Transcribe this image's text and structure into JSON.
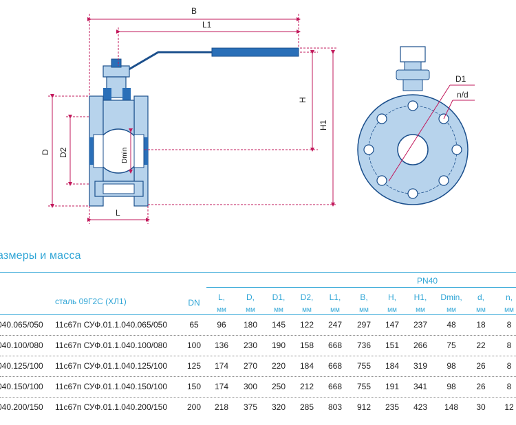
{
  "drawing": {
    "labels": {
      "B": "B",
      "L1": "L1",
      "H": "H",
      "H1": "H1",
      "D": "D",
      "D2": "D2",
      "Dmin": "Dmin",
      "L": "L",
      "D1": "D1",
      "nd": "n/d"
    },
    "colors": {
      "steel": "#b7d3ec",
      "steel_dark": "#2a6fb8",
      "outline": "#1b4f8c",
      "dim_line": "#c2185b",
      "handle": "#2a6fb8"
    }
  },
  "section": {
    "title": "азмеры и масса"
  },
  "table": {
    "pressure_label": "PN40",
    "material_label": "сталь 09Г2С (ХЛ1)",
    "columns": [
      {
        "key": "dn",
        "label": "DN",
        "unit": ""
      },
      {
        "key": "L",
        "label": "L,",
        "unit": "мм"
      },
      {
        "key": "D",
        "label": "D,",
        "unit": "мм"
      },
      {
        "key": "D1",
        "label": "D1,",
        "unit": "мм"
      },
      {
        "key": "D2",
        "label": "D2,",
        "unit": "мм"
      },
      {
        "key": "L1",
        "label": "L1,",
        "unit": "мм"
      },
      {
        "key": "B",
        "label": "B,",
        "unit": "мм"
      },
      {
        "key": "H",
        "label": "H,",
        "unit": "мм"
      },
      {
        "key": "H1",
        "label": "H1,",
        "unit": "мм"
      },
      {
        "key": "Dmin",
        "label": "Dmin,",
        "unit": "мм"
      },
      {
        "key": "d",
        "label": "d,",
        "unit": "мм"
      },
      {
        "key": "n",
        "label": "n,",
        "unit": "мм"
      }
    ],
    "rows": [
      {
        "code": "040.065/050",
        "model": "11с67п СУФ.01.1.040.065/050",
        "dn": "65",
        "L": "96",
        "D": "180",
        "D1": "145",
        "D2": "122",
        "L1": "247",
        "B": "297",
        "H": "147",
        "H1": "237",
        "Dmin": "48",
        "d": "18",
        "n": "8"
      },
      {
        "code": "040.100/080",
        "model": "11с67п СУФ.01.1.040.100/080",
        "dn": "100",
        "L": "136",
        "D": "230",
        "D1": "190",
        "D2": "158",
        "L1": "668",
        "B": "736",
        "H": "151",
        "H1": "266",
        "Dmin": "75",
        "d": "22",
        "n": "8"
      },
      {
        "code": "040.125/100",
        "model": "11с67п СУФ.01.1.040.125/100",
        "dn": "125",
        "L": "174",
        "D": "270",
        "D1": "220",
        "D2": "184",
        "L1": "668",
        "B": "755",
        "H": "184",
        "H1": "319",
        "Dmin": "98",
        "d": "26",
        "n": "8"
      },
      {
        "code": "040.150/100",
        "model": "11с67п СУФ.01.1.040.150/100",
        "dn": "150",
        "L": "174",
        "D": "300",
        "D1": "250",
        "D2": "212",
        "L1": "668",
        "B": "755",
        "H": "191",
        "H1": "341",
        "Dmin": "98",
        "d": "26",
        "n": "8"
      },
      {
        "code": "040.200/150",
        "model": "11с67п СУФ.01.1.040.200/150",
        "dn": "200",
        "L": "218",
        "D": "375",
        "D1": "320",
        "D2": "285",
        "L1": "803",
        "B": "912",
        "H": "235",
        "H1": "423",
        "Dmin": "148",
        "d": "30",
        "n": "12"
      }
    ]
  }
}
